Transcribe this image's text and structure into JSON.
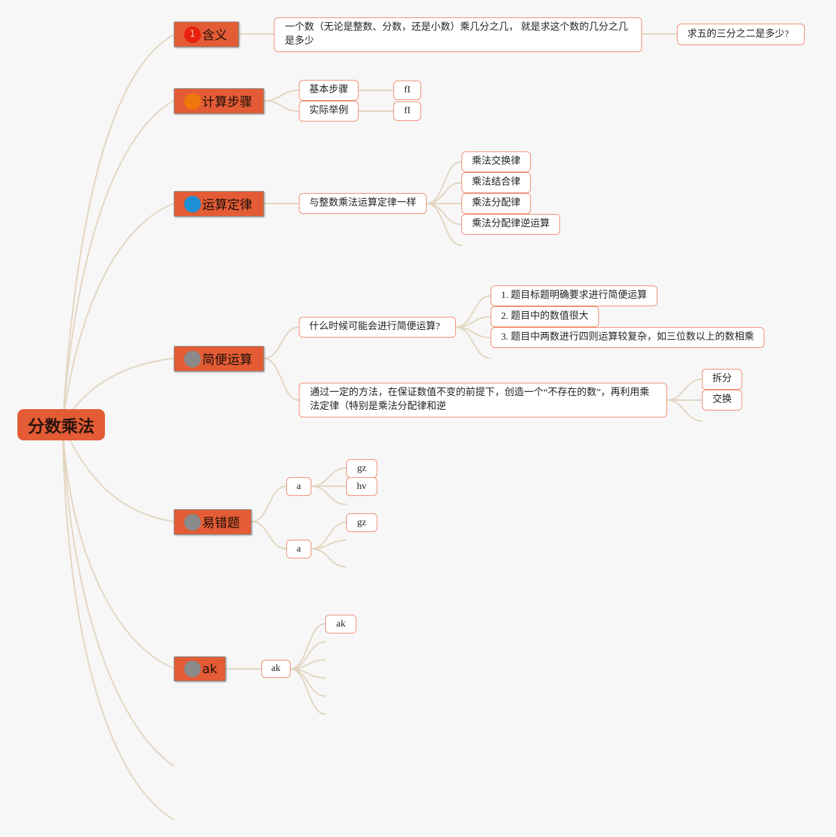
{
  "root": {
    "label": "分数乘法"
  },
  "colors": {
    "branch_fill": "#e35c35",
    "leaf_border": "#ef8e70",
    "connector": "#e3d5c0",
    "badge_1": "#e8220e",
    "badge_2": "#f0760e",
    "badge_3": "#1f8fd6",
    "badge_4": "#8a8a8a",
    "badge_5": "#8a8a8a",
    "badge_6": "#8a8a8a"
  },
  "branches": [
    {
      "badge": "1",
      "label": "含义",
      "definition": "一个数（无论是整数、分数，还是小数）乘几分之几， 就是求这个数的几分之几是多少",
      "example": "求五的三分之二是多少?"
    },
    {
      "badge": "",
      "label": "计算步骤",
      "children": [
        {
          "label": "基本步骤",
          "child": "fI"
        },
        {
          "label": "实际举例",
          "child": "fI"
        }
      ]
    },
    {
      "badge": "",
      "label": "运算定律",
      "child": "与整数乘法运算定律一样",
      "laws": [
        "乘法交换律",
        "乘法结合律",
        "乘法分配律",
        "乘法分配律逆运算"
      ]
    },
    {
      "badge": "",
      "label": "简便运算",
      "question": "什么时候可能会进行简便运算?",
      "conditions": [
        "1. 题目标题明确要求进行简便运算",
        "2. 题目中的数值很大",
        "3. 题目中两数进行四则运算较复杂，如三位数以上的数相乘"
      ],
      "method": "通过一定的方法，在保证数值不变的前提下，创造一个“不存在的数”，再利用乘法定律（特别是乘法分配律和逆",
      "method_children": [
        "拆分",
        "交换"
      ]
    },
    {
      "badge": "",
      "label": "易错题",
      "groups": [
        {
          "label": "a",
          "children": [
            "gz",
            "hv"
          ]
        },
        {
          "label": "a",
          "children": [
            "gz"
          ]
        }
      ]
    },
    {
      "badge": "",
      "label": "ak",
      "child": "ak",
      "grandchild": "ak"
    }
  ]
}
